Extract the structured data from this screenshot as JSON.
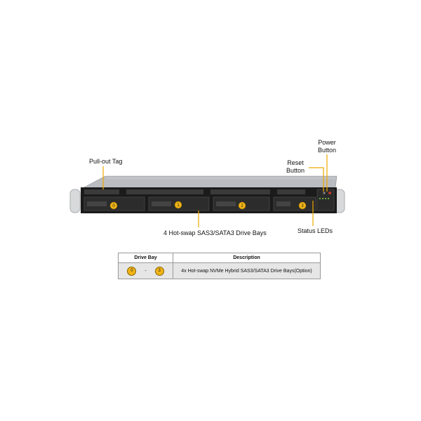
{
  "callouts": {
    "pull_out_tag": "Pull-out  Tag",
    "power_button_l1": "Power",
    "power_button_l2": "Button",
    "reset_button_l1": "Reset",
    "reset_button_l2": "Button",
    "drive_bays": "4 Hot-swap  SAS3/SATA3 Drive Bays",
    "status_leds": "Status  LEDs"
  },
  "bays": [
    "0",
    "1",
    "2",
    "3"
  ],
  "table": {
    "headers": [
      "Drive Bay",
      "Description"
    ],
    "row": {
      "bay_from": "0",
      "separator": "-",
      "bay_to": "3",
      "description": "4x Hot-swap  NVMe  Hybrid  SAS3/SATA3 Drive  Bays(Option)"
    }
  },
  "colors": {
    "callout_line": "#f0a800",
    "bay_badge": "#f1b417",
    "chassis_top": "#b9bcc0",
    "front_panel": "#1b1b1b"
  }
}
